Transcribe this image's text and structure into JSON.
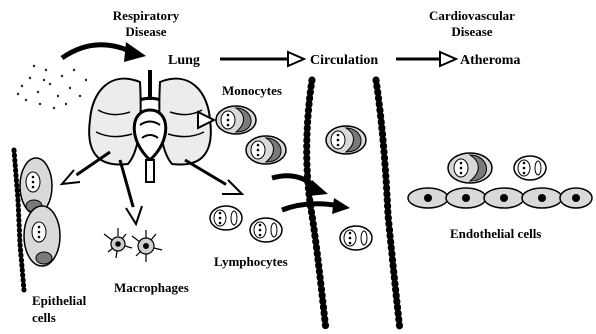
{
  "labels": {
    "respiratory_line1": "Respiratory",
    "respiratory_line2": "Disease",
    "cardio_line1": "Cardiovascular",
    "cardio_line2": "Disease",
    "lung": "Lung",
    "circulation": "Circulation",
    "atheroma": "Atheroma",
    "monocytes": "Monocytes",
    "lymphocytes": "Lymphocytes",
    "macrophages": "Macrophages",
    "epithelial_line1": "Epithelial",
    "epithelial_line2": "cells",
    "endothelial": "Endothelial cells"
  },
  "colors": {
    "ink": "#000000",
    "cell_fill": "#d9d9d9",
    "cell_dark": "#7a7a7a"
  }
}
